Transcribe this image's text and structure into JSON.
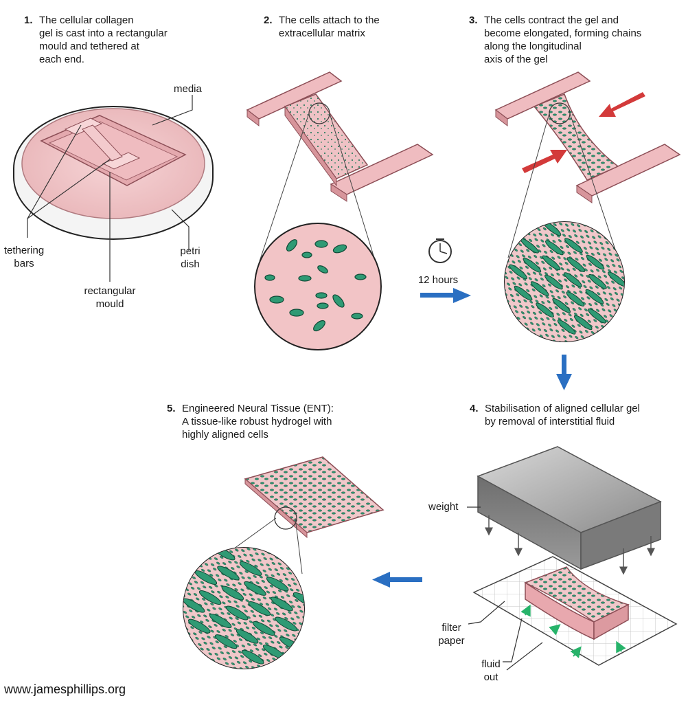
{
  "steps": [
    {
      "number": "1.",
      "text": "The cellular collagen\ngel is cast into a rectangular\nmould and tethered at\neach end."
    },
    {
      "number": "2.",
      "text": "The cells attach to the\nextracellular matrix"
    },
    {
      "number": "3.",
      "text": "The cells contract the gel and\nbecome elongated, forming chains\nalong the longitudinal\naxis of the gel"
    },
    {
      "number": "4.",
      "text": "Stabilisation of aligned cellular gel\nby removal of interstitial fluid"
    },
    {
      "number": "5.",
      "text": "Engineered Neural Tissue (ENT):\nA tissue-like robust hydrogel with\nhighly aligned cells"
    }
  ],
  "labels": {
    "media": "media",
    "tethering_bars": "tethering\nbars",
    "petri_dish": "petri\ndish",
    "rectangular_mould": "rectangular\nmould",
    "time": "12 hours",
    "weight": "weight",
    "filter_paper": "filter\npaper",
    "fluid_out": "fluid\nout"
  },
  "footer": {
    "website": "www.jamesphillips.org"
  },
  "colors": {
    "gel_pink": "#f2c4c6",
    "gel_outline": "#9e5a62",
    "cell_green": "#2f9a74",
    "cell_outline": "#0f4a36",
    "arrow_blue": "#2a6fc2",
    "arrow_red": "#d33a3a",
    "weight_grey": "#8f8f8f"
  },
  "icons": [
    "clock-icon",
    "blue-arrow-right",
    "blue-arrow-down",
    "blue-arrow-left",
    "red-compression-arrow",
    "green-fluid-arrow"
  ]
}
